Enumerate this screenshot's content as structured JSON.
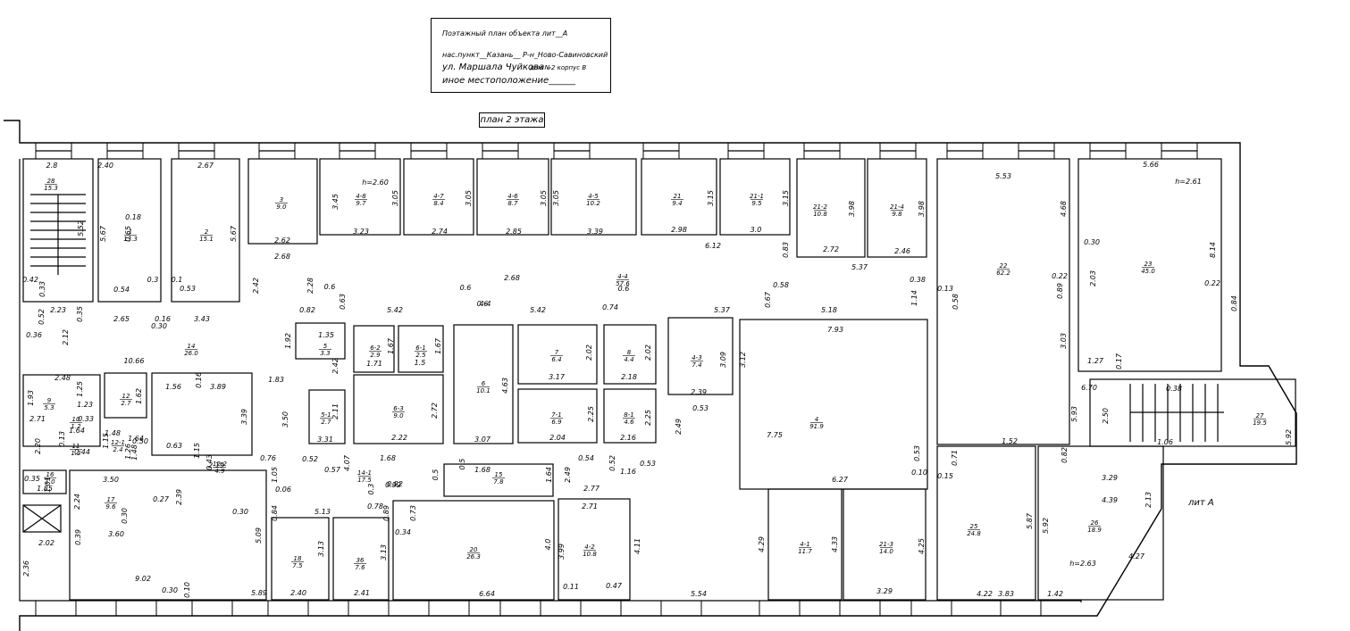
{
  "header": {
    "line1": "Поэтажный план объекта лит__А",
    "line2": "нас.пункт__Казань__  Р-н_Ново-Савиновский",
    "line3": "ул. Маршала Чуйкова",
    "line3b": "дом №2 корпус В",
    "line4": "иное местоположение______"
  },
  "floor_label": "план 2 этажа",
  "lit_label": "лит А",
  "rooms": [
    {
      "id": "28",
      "area": "15.3"
    },
    {
      "id": "1",
      "area": "13.3"
    },
    {
      "id": "2",
      "area": "15.1"
    },
    {
      "id": "3",
      "area": "9.0"
    },
    {
      "id": "4-8",
      "area": "9.7"
    },
    {
      "id": "4-7",
      "area": "8.4"
    },
    {
      "id": "4-6",
      "area": "8.7"
    },
    {
      "id": "4-5",
      "area": "10.2"
    },
    {
      "id": "21",
      "area": "9.4"
    },
    {
      "id": "21-1",
      "area": "9.5"
    },
    {
      "id": "21-2",
      "area": "10.8"
    },
    {
      "id": "21-4",
      "area": "9.8"
    },
    {
      "id": "22",
      "area": "62.2"
    },
    {
      "id": "23",
      "area": "45.0"
    },
    {
      "id": "4-4",
      "area": "57.6"
    },
    {
      "id": "14",
      "area": "26.0"
    },
    {
      "id": "5",
      "area": "3.3"
    },
    {
      "id": "6-2",
      "area": "2.9"
    },
    {
      "id": "6-1",
      "area": "2.5"
    },
    {
      "id": "6",
      "area": "10.1"
    },
    {
      "id": "7",
      "area": "6.4"
    },
    {
      "id": "8",
      "area": "4.4"
    },
    {
      "id": "4-3",
      "area": "7.4"
    },
    {
      "id": "9",
      "area": "5.3"
    },
    {
      "id": "12",
      "area": "2.7"
    },
    {
      "id": "5-1",
      "area": "2.7"
    },
    {
      "id": "6-3",
      "area": "9.0"
    },
    {
      "id": "7-1",
      "area": "6.9"
    },
    {
      "id": "8-1",
      "area": "4.6"
    },
    {
      "id": "4",
      "area": "91.9"
    },
    {
      "id": "27",
      "area": "19.5"
    },
    {
      "id": "10",
      "area": "1.2"
    },
    {
      "id": "11",
      "area": "1.2"
    },
    {
      "id": "12-1",
      "area": "2.4"
    },
    {
      "id": "12-2",
      "area": "4.9"
    },
    {
      "id": "14-1",
      "area": "17.5"
    },
    {
      "id": "15",
      "area": "7.8"
    },
    {
      "id": "16",
      "area": "1.0"
    },
    {
      "id": "17",
      "area": "9.6"
    },
    {
      "id": "18",
      "area": "7.5"
    },
    {
      "id": "36",
      "area": "7.6"
    },
    {
      "id": "20",
      "area": "26.3"
    },
    {
      "id": "4-2",
      "area": "10.8"
    },
    {
      "id": "4-1",
      "area": "11.7"
    },
    {
      "id": "21-3",
      "area": "14.0"
    },
    {
      "id": "25",
      "area": "24.8"
    },
    {
      "id": "26",
      "area": "18.9"
    }
  ],
  "dimensions": [
    "2.8",
    "2.40",
    "2.67",
    "5.52",
    "5.67",
    "0.18",
    "0.65",
    "5.67",
    "3.45",
    "h=2.60",
    "3.05",
    "3.05",
    "3.05",
    "3.05",
    "3.15",
    "3.15",
    "3.98",
    "3.98",
    "5.53",
    "4.68",
    "5.66",
    "h=2.61",
    "8.14",
    "2.62",
    "2.68",
    "3.23",
    "2.74",
    "2.85",
    "3.39",
    "2.98",
    "6.12",
    "3.0",
    "0.83",
    "2.72",
    "5.37",
    "2.46",
    "0.30",
    "0.3",
    "0.1",
    "0.42",
    "0.33",
    "0.54",
    "0.53",
    "2.42",
    "2.28",
    "0.6",
    "0.63",
    "0.6",
    "2.68",
    "4-4",
    "0.6",
    "0.6",
    "0.74",
    "0.67",
    "0.58",
    "1.14",
    "0.38",
    "0.13",
    "0.58",
    "0.89",
    "0.22",
    "2.03",
    "0.22",
    "0.84",
    "5.42",
    "5.42",
    "0.82",
    "5.37",
    "5.18",
    "0.52",
    "2.23",
    "0.35",
    "2.65",
    "0.16",
    "3.43",
    "0.30",
    "0.36",
    "2.12",
    "1.92",
    "1.35",
    "1.67",
    "1.67",
    "7.93",
    "3.09",
    "3.12",
    "3.03",
    "1.27",
    "0.17",
    "2.42",
    "1.71",
    "1.5",
    "4.63",
    "3.17",
    "2.02",
    "2.18",
    "2.02",
    "10.66",
    "2.48",
    "1.25",
    "1.56",
    "0.16",
    "1.93",
    "1.23",
    "1.62",
    "3.89",
    "3.39",
    "1.83",
    "3.50",
    "2.11",
    "2.72",
    "2.25",
    "2.25",
    "2.39",
    "6.70",
    "0.38",
    "5.93",
    "2.50",
    "2.71",
    "0.33",
    "1.64",
    "1.15",
    "1.48",
    "1.64",
    "1.26",
    "3.31",
    "2.22",
    "3.07",
    "2.04",
    "2.16",
    "2.49",
    "0.53",
    "7.75",
    "1.06",
    "5.92",
    "1.52",
    "2.20",
    "0.13",
    "0.50",
    "1.48",
    "0.63",
    "1.15",
    "0.44",
    "0.76",
    "0.52",
    "0.57",
    "4.07",
    "1.68",
    "0.5",
    "0.5",
    "1.68",
    "1.64",
    "2.49",
    "0.54",
    "0.52",
    "1.16",
    "0.53",
    "0.53",
    "0.10",
    "0.71",
    "0.82",
    "3.29",
    "0.92",
    "0.43",
    "2.19",
    "0.15",
    "2.13",
    "0.35",
    "1.05",
    "1.01",
    "1.85",
    "3.50",
    "0.92",
    "2.77",
    "6.27",
    "2.24",
    "0.27",
    "2.39",
    "0.06",
    "0.3",
    "4.39",
    "0.84",
    "0.78",
    "0.89",
    "0.73",
    "0.30",
    "0.34",
    "2.71",
    "5.13",
    "h=2.63",
    "3.60",
    "0.39",
    "0.30",
    "5.09",
    "2.02",
    "4.11",
    "5.87",
    "5.92",
    "3.13",
    "3.13",
    "4.0",
    "3.99",
    "4.29",
    "4.33",
    "4.25",
    "4.27",
    "2.36",
    "9.02",
    "0.30",
    "0.10",
    "5.89",
    "0.11",
    "0.47",
    "2.40",
    "2.41",
    "6.64",
    "5.54",
    "3.29",
    "4.22",
    "3.83",
    "1.42"
  ]
}
